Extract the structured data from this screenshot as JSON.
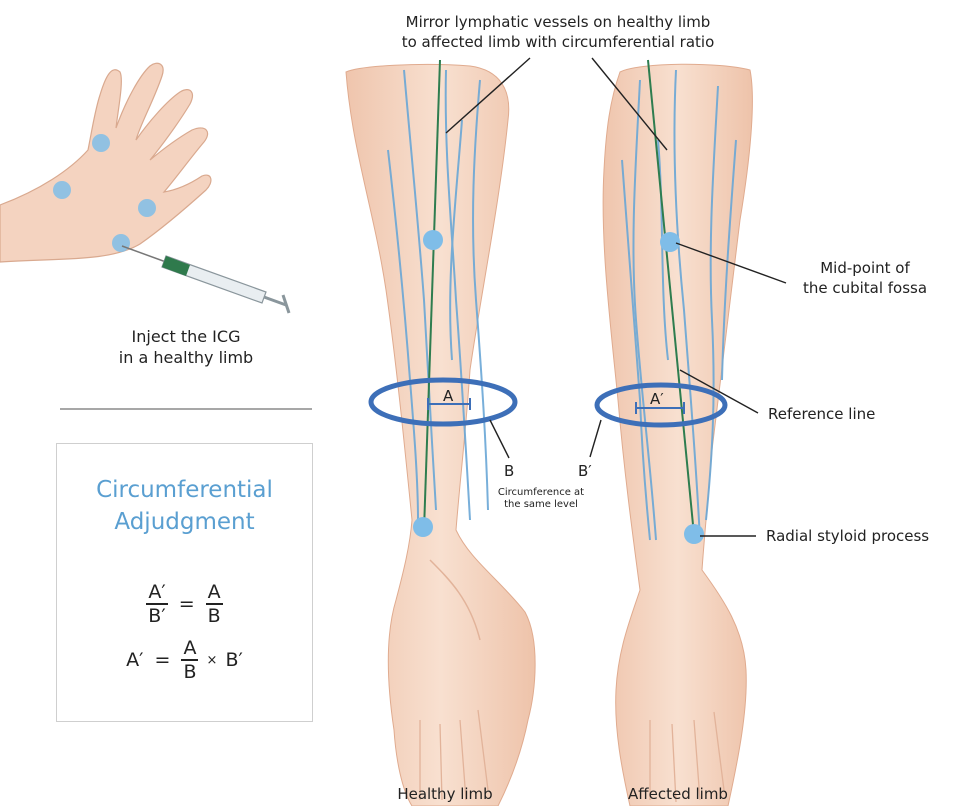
{
  "top_caption": {
    "line1": "Mirror lymphatic vessels on healthy limb",
    "line2": "to affected limb with circumferential ratio"
  },
  "inject_caption": {
    "line1": "Inject the ICG",
    "line2": "in a healthy limb"
  },
  "formula_box": {
    "title_line1": "Circumferential",
    "title_line2": "Adjudgment",
    "eq1": {
      "lhs_num": "A′",
      "lhs_den": "B′",
      "equals": "=",
      "rhs_num": "A",
      "rhs_den": "B"
    },
    "eq2": {
      "lhs": "A′",
      "equals": "=",
      "num": "A",
      "den": "B",
      "times": "×",
      "factor": "B′"
    }
  },
  "labels": {
    "cubital_fossa_line1": "Mid-point of",
    "cubital_fossa_line2": "the cubital fossa",
    "reference_line": "Reference line",
    "radial_styloid": "Radial styloid process",
    "circumference_line1": "Circumference at",
    "circumference_line2": "the same level",
    "healthy_limb": "Healthy limb",
    "affected_limb": "Affected limb"
  },
  "markers": {
    "a": "A",
    "a_prime": "A′",
    "b": "B",
    "b_prime": "B′"
  },
  "colors": {
    "skin": "#f6d8c6",
    "skin_shadow": "#ecbfa6",
    "vessel": "#6aa7d6",
    "reference_line": "#2e7d4f",
    "ring": "#3d6fb8",
    "point": "#7fbde8",
    "title_blue": "#5a9fd1"
  }
}
